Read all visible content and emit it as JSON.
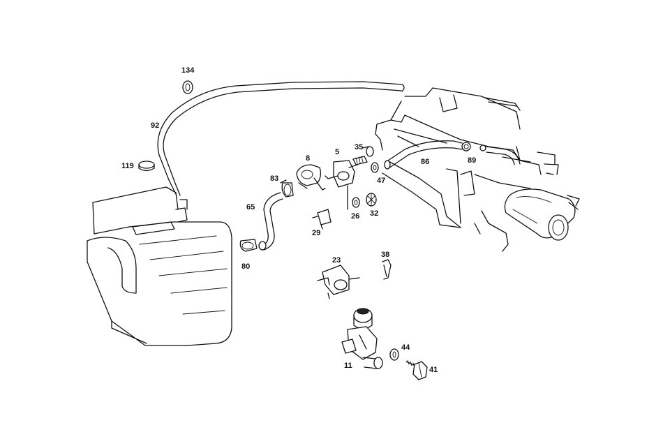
{
  "parts": [
    {
      "id": "p134",
      "label": "134"
    },
    {
      "id": "p92",
      "label": "92"
    },
    {
      "id": "p119",
      "label": "119"
    },
    {
      "id": "p8",
      "label": "8"
    },
    {
      "id": "p5",
      "label": "5"
    },
    {
      "id": "p35",
      "label": "35"
    },
    {
      "id": "p83",
      "label": "83"
    },
    {
      "id": "p47",
      "label": "47"
    },
    {
      "id": "p86",
      "label": "86"
    },
    {
      "id": "p89",
      "label": "89"
    },
    {
      "id": "p65",
      "label": "65"
    },
    {
      "id": "p26",
      "label": "26"
    },
    {
      "id": "p32",
      "label": "32"
    },
    {
      "id": "p29",
      "label": "29"
    },
    {
      "id": "p80",
      "label": "80"
    },
    {
      "id": "p23",
      "label": "23"
    },
    {
      "id": "p38",
      "label": "38"
    },
    {
      "id": "p44",
      "label": "44"
    },
    {
      "id": "p11",
      "label": "11"
    },
    {
      "id": "p41",
      "label": "41"
    }
  ]
}
